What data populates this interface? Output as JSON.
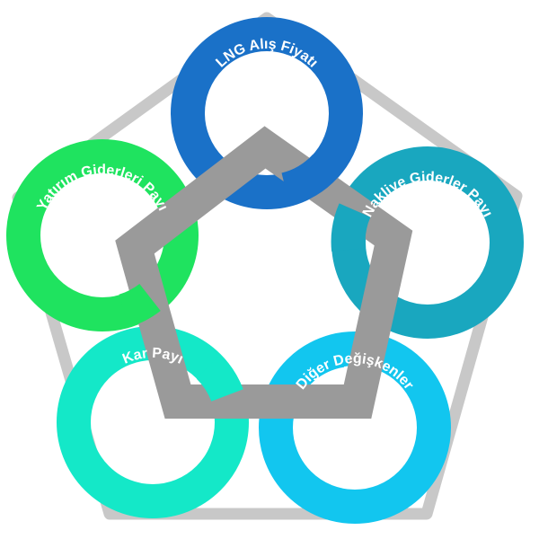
{
  "diagram": {
    "rings": [
      {
        "id": "lng",
        "label": "LNG Alış Fiyatı",
        "color": "#1a71c8"
      },
      {
        "id": "nakliye",
        "label": "Nakliye Giderler Payı",
        "color": "#19a7bf"
      },
      {
        "id": "diger",
        "label": "Diğer Değişkenler",
        "color": "#12c6ef"
      },
      {
        "id": "kar",
        "label": "Kar Payı",
        "color": "#14e8c8"
      },
      {
        "id": "yatirim",
        "label": "Yatırım Giderleri Payı",
        "color": "#1fe35f"
      }
    ],
    "frame_color": "#c8c8c8",
    "chain_color": "#9a9a9a"
  }
}
